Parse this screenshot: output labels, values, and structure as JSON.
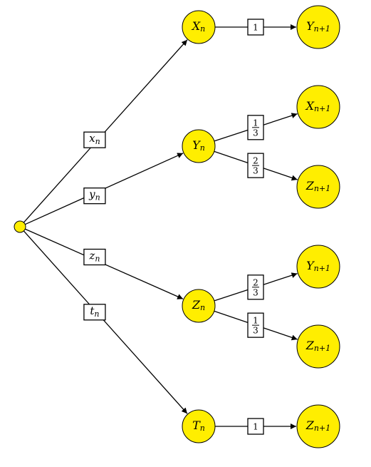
{
  "colors": {
    "node_fill": "#ffee00",
    "stroke": "#000000"
  },
  "root": {
    "label": ""
  },
  "level1": [
    {
      "id": "X",
      "base": "X",
      "sub": "n",
      "edge_label": {
        "base": "x",
        "sub": "n"
      }
    },
    {
      "id": "Y",
      "base": "Y",
      "sub": "n",
      "edge_label": {
        "base": "y",
        "sub": "n"
      }
    },
    {
      "id": "Z",
      "base": "Z",
      "sub": "n",
      "edge_label": {
        "base": "z",
        "sub": "n"
      }
    },
    {
      "id": "T",
      "base": "T",
      "sub": "n",
      "edge_label": {
        "base": "t",
        "sub": "n"
      }
    }
  ],
  "level2": [
    {
      "parent": "X",
      "base": "Y",
      "sub": "n+1",
      "prob": {
        "type": "int",
        "value": "1"
      }
    },
    {
      "parent": "Y",
      "base": "X",
      "sub": "n+1",
      "prob": {
        "type": "frac",
        "num": "1",
        "den": "3"
      }
    },
    {
      "parent": "Y",
      "base": "Z",
      "sub": "n+1",
      "prob": {
        "type": "frac",
        "num": "2",
        "den": "3"
      }
    },
    {
      "parent": "Z",
      "base": "Y",
      "sub": "n+1",
      "prob": {
        "type": "frac",
        "num": "2",
        "den": "3"
      }
    },
    {
      "parent": "Z",
      "base": "Z",
      "sub": "n+1",
      "prob": {
        "type": "frac",
        "num": "1",
        "den": "3"
      }
    },
    {
      "parent": "T",
      "base": "Z",
      "sub": "n+1",
      "prob": {
        "type": "int",
        "value": "1"
      }
    }
  ]
}
